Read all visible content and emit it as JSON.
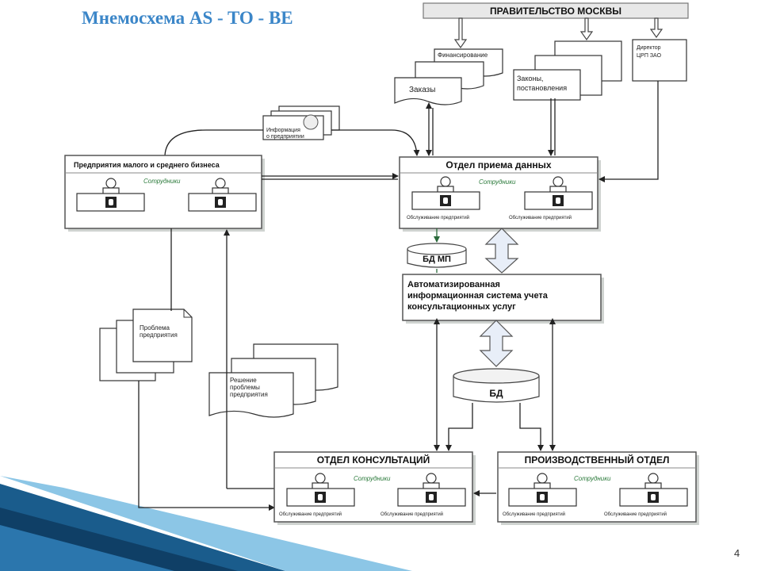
{
  "title": "Мнемосхема AS - TO - BE",
  "page_number": "4",
  "government": "ПРАВИТЕЛЬСТВО МОСКВЫ",
  "docs": {
    "financing": "Финансирование",
    "orders": "Заказы",
    "laws_line1": "Законы,",
    "laws_line2": "постановления",
    "director_line1": "Директор",
    "director_line2": "ЦРП ЗАО",
    "info_line1": "Информация",
    "info_line2": "о предприятии",
    "problem_line1": "Проблема",
    "problem_line2": "предприятия",
    "solution_line1": "Решение",
    "solution_line2": "проблемы",
    "solution_line3": "предприятия"
  },
  "business": {
    "title": "Предприятия малого и среднего бизнеса",
    "staff": "Сотрудники"
  },
  "intake": {
    "title": "Отдел приема данных",
    "staff": "Сотрудники",
    "service_left": "Обслуживание предприятий",
    "service_right": "Обслуживание предприятий"
  },
  "db_mp": "БД МП",
  "ais": {
    "line1": "Автоматизированная",
    "line2": "информационная система учета",
    "line3": "консультационных услуг"
  },
  "db": "БД",
  "consult": {
    "title": "ОТДЕЛ КОНСУЛЬТАЦИЙ",
    "staff": "Сотрудники",
    "service_left": "Обслуживание предприятий",
    "service_right": "Обслуживание предприятий"
  },
  "production": {
    "title": "ПРОИЗВОДСТВЕННЫЙ ОТДЕЛ",
    "staff": "Сотрудники",
    "service_left": "Обслуживание предприятий",
    "service_right": "Обслуживание предприятий"
  },
  "colors": {
    "title": "#3b86c8",
    "staff_label": "#2b7a3b",
    "box_border": "#555555",
    "band_dark": "#0f3f66",
    "band_light": "#a9d2ea"
  }
}
